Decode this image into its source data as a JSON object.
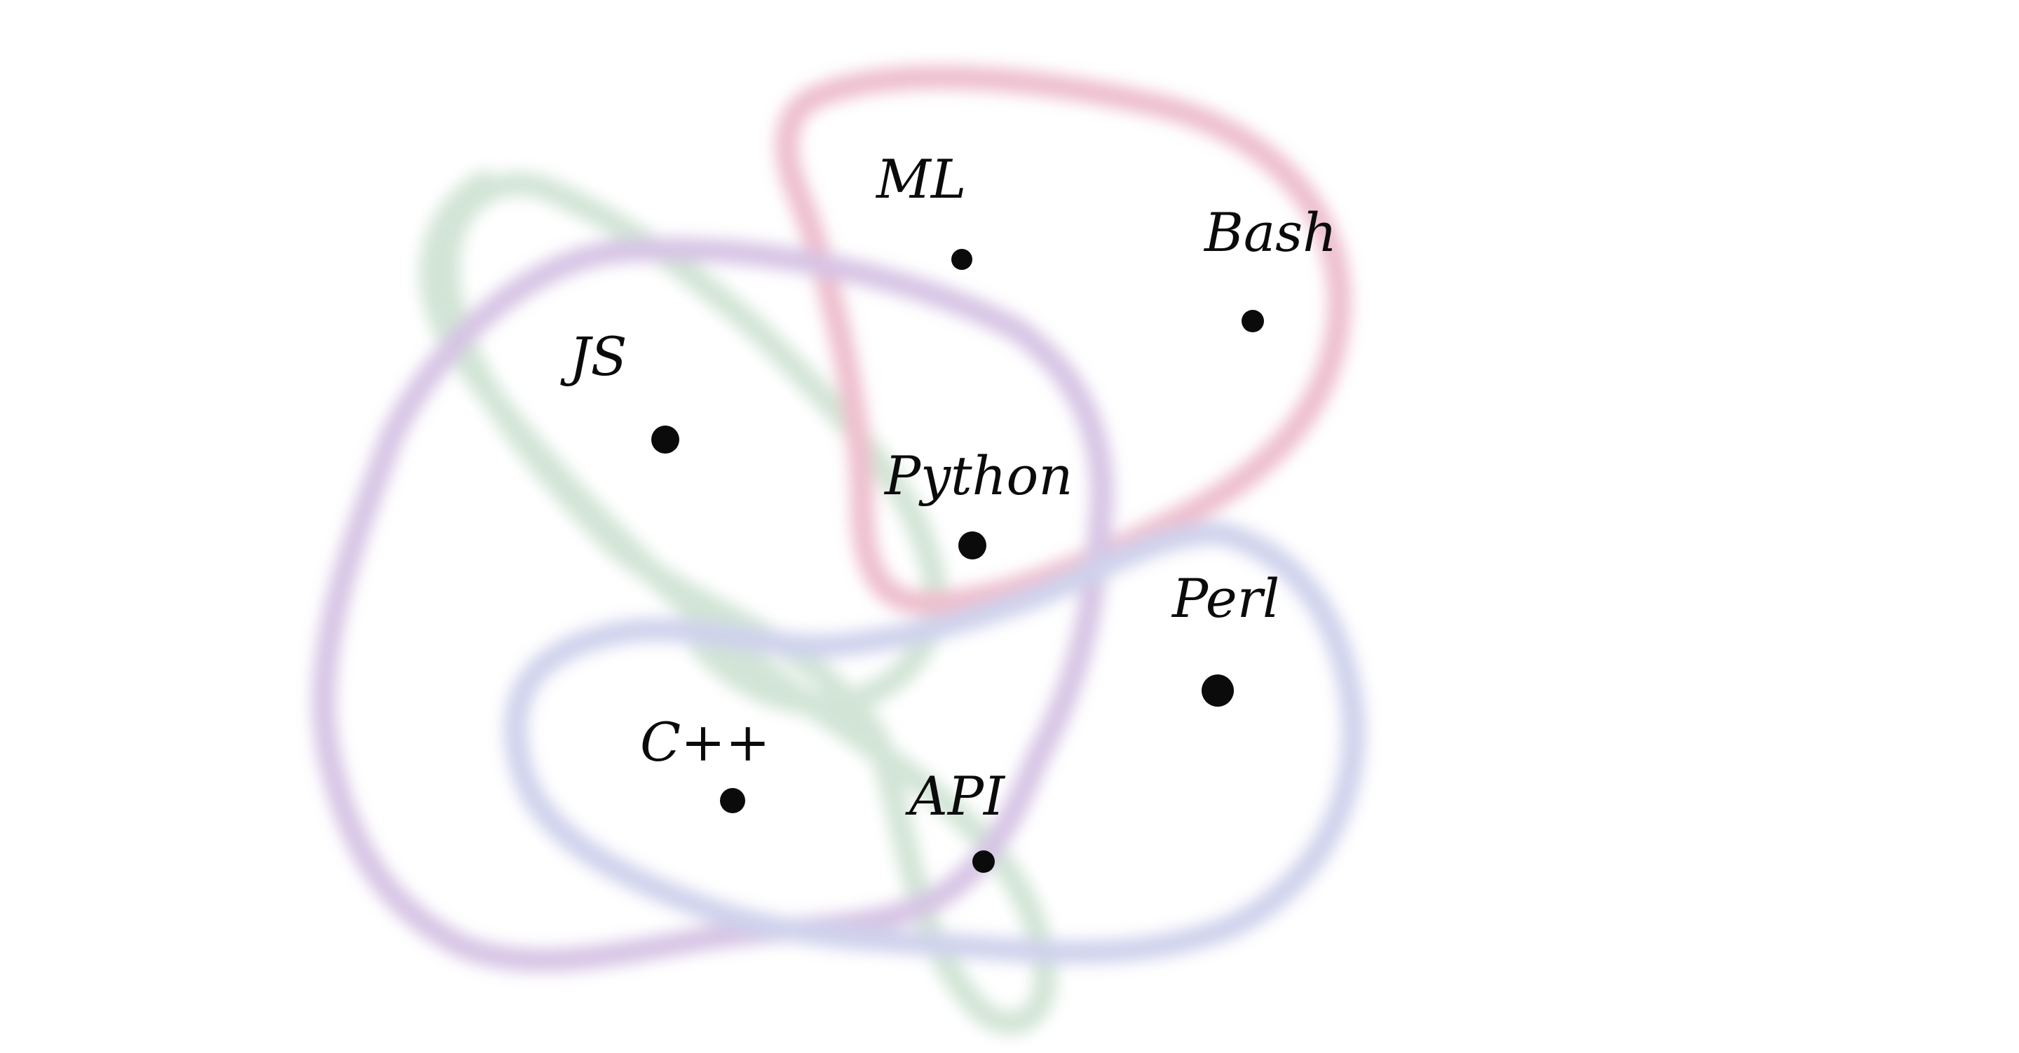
{
  "diagram": {
    "nodes": [
      {
        "id": "ml",
        "label": "ML"
      },
      {
        "id": "bash",
        "label": "Bash"
      },
      {
        "id": "js",
        "label": "JS"
      },
      {
        "id": "python",
        "label": "Python"
      },
      {
        "id": "perl",
        "label": "Perl"
      },
      {
        "id": "cpp",
        "label": "C++"
      },
      {
        "id": "api",
        "label": "API"
      }
    ],
    "groups": [
      {
        "id": "pink-group",
        "color": "#e8a9bd"
      },
      {
        "id": "purple-group",
        "color": "#c9b0dc"
      },
      {
        "id": "green-group",
        "color": "#c3dcc8"
      },
      {
        "id": "blue-group",
        "color": "#bfc3e6"
      }
    ]
  }
}
